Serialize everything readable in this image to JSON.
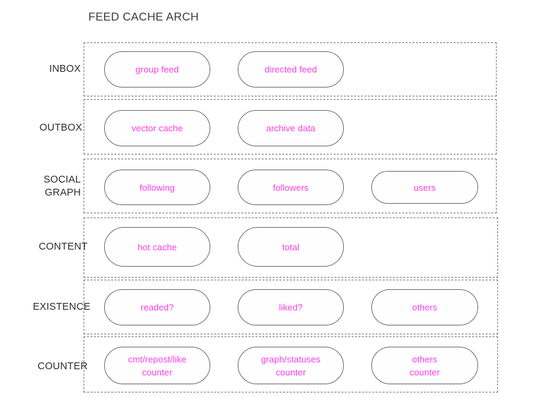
{
  "diagram": {
    "title": "FEED CACHE ARCH",
    "pill_text_color": "#ff3ce8",
    "band_border_color": "#7a7a7a",
    "pill_border_color": "#6e6e6e",
    "background_color": "#ffffff",
    "rows": [
      {
        "label": "INBOX",
        "items": [
          {
            "label": "group feed"
          },
          {
            "label": "directed feed"
          }
        ]
      },
      {
        "label": "OUTBOX",
        "items": [
          {
            "label": "vector cache"
          },
          {
            "label": "archive data"
          }
        ]
      },
      {
        "label": "SOCIAL\nGRAPH",
        "items": [
          {
            "label": "following"
          },
          {
            "label": "followers"
          },
          {
            "label": "users"
          }
        ]
      },
      {
        "label": "CONTENT",
        "items": [
          {
            "label": "hot cache"
          },
          {
            "label": "total"
          }
        ]
      },
      {
        "label": "EXISTENCE",
        "items": [
          {
            "label": "readed?"
          },
          {
            "label": "liked?"
          },
          {
            "label": "others"
          }
        ]
      },
      {
        "label": "COUNTER",
        "items": [
          {
            "label": "cmt/repost/like\ncounter"
          },
          {
            "label": "graph/statuses\ncounter"
          },
          {
            "label": "others\ncounter"
          }
        ]
      }
    ]
  }
}
